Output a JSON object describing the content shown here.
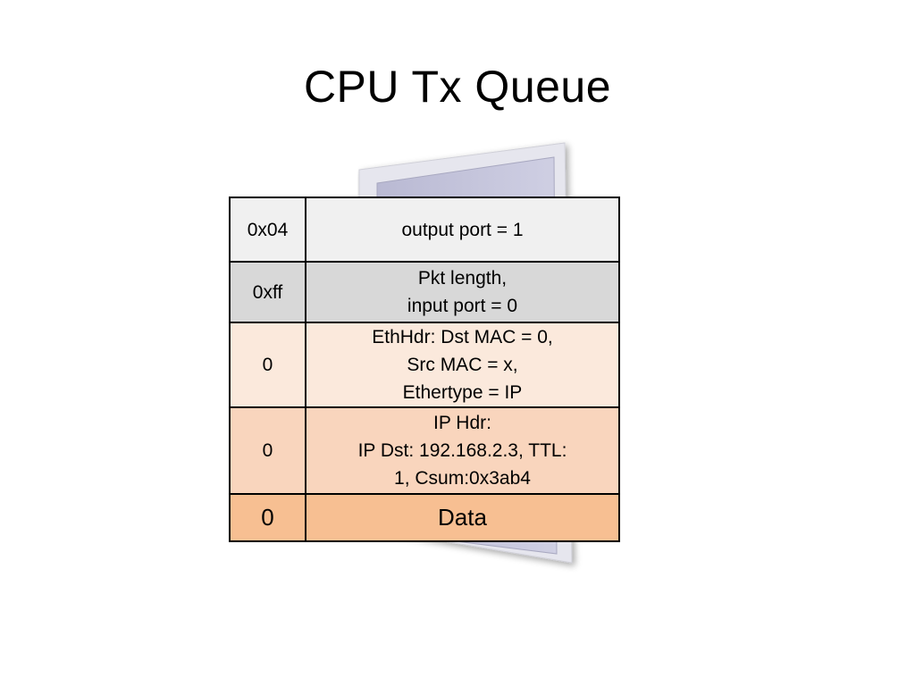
{
  "slide": {
    "title": "CPU Tx Queue"
  },
  "colors": {
    "panel_fill": "#c6c6dd",
    "panel_frame": "#e8e8ee",
    "row_fills": [
      "#f0f0f0",
      "#d8d8d8",
      "#fbe9dc",
      "#f9d5bd",
      "#f7bf92"
    ]
  },
  "packet": {
    "rows": [
      {
        "field": "0x04",
        "description": "output port = 1"
      },
      {
        "field": "0xff",
        "description": "Pkt length,\ninput port = 0"
      },
      {
        "field": "0",
        "description": "EthHdr: Dst MAC = 0,\nSrc MAC = x,\nEthertype = IP"
      },
      {
        "field": "0",
        "description": "IP Hdr:\nIP Dst: 192.168.2.3, TTL:\n1, Csum:0x3ab4"
      },
      {
        "field": "0",
        "description": "Data"
      }
    ]
  }
}
